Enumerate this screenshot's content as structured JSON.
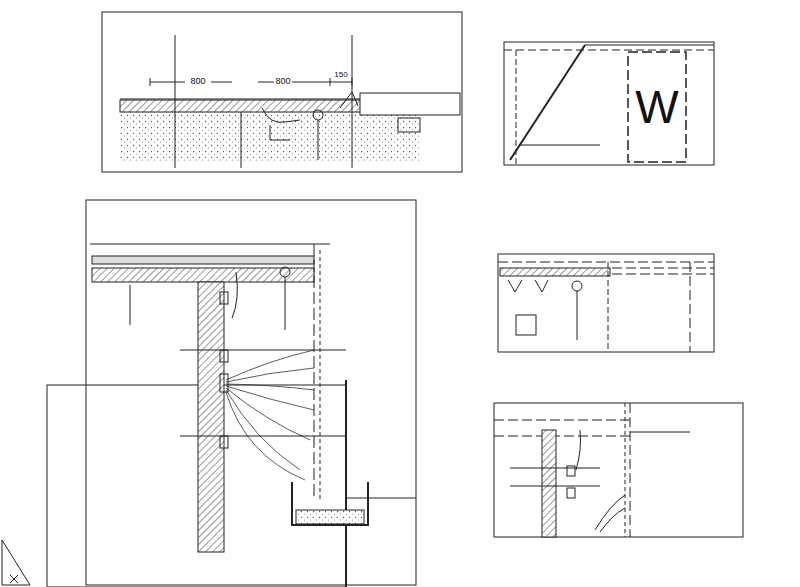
{
  "diagram": {
    "labels": [
      "800",
      "800",
      "150",
      "W"
    ]
  }
}
